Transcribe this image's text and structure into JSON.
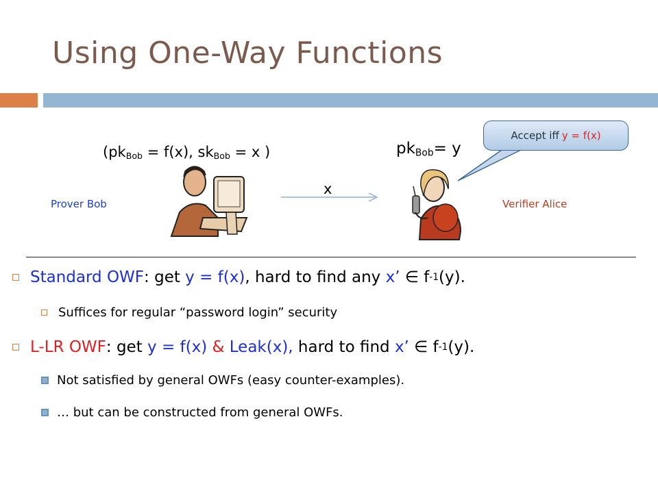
{
  "slide": {
    "title": "Using One-Way Functions",
    "diagram": {
      "keypair": {
        "open": "(pk",
        "pk_sub": "Bob",
        "eq1": " = f(x), sk",
        "sk_sub": "Bob",
        "eq2": " = x )"
      },
      "verifier_key": {
        "pk": "pk",
        "pk_sub": "Bob",
        "rest": "= y"
      },
      "message": "x",
      "prover_label": "Prover Bob",
      "verifier_label": "Verifier Alice",
      "callout": {
        "prefix": "Accept iff ",
        "condition": "y = f(x)"
      }
    },
    "bullets": [
      {
        "parts": [
          {
            "text": "Standard OWF",
            "color": "blue"
          },
          {
            "text": ": get ",
            "color": "black"
          },
          {
            "text": "y = f(x)",
            "color": "blue"
          },
          {
            "text": ", hard to find any ",
            "color": "black"
          },
          {
            "text": "x’",
            "color": "blue"
          },
          {
            "text": " ∈ f",
            "color": "black"
          },
          {
            "text": "-1",
            "color": "black",
            "sup": true
          },
          {
            "text": "(y).",
            "color": "black"
          }
        ],
        "sub": [
          {
            "text": "Suffices for regular “password login” security",
            "marker": "hollow"
          }
        ]
      },
      {
        "parts": [
          {
            "text": "L-LR OWF",
            "color": "red"
          },
          {
            "text": ": get ",
            "color": "black"
          },
          {
            "text": "y = f(x)",
            "color": "blue"
          },
          {
            "text": " & ",
            "color": "red"
          },
          {
            "text": "Leak(x),",
            "color": "blue"
          },
          {
            "text": " hard to find ",
            "color": "black"
          },
          {
            "text": "x’",
            "color": "blue"
          },
          {
            "text": " ∈ f",
            "color": "black"
          },
          {
            "text": "-1",
            "color": "black",
            "sup": true
          },
          {
            "text": "(y).",
            "color": "black"
          }
        ],
        "sub": [
          {
            "text": "Not satisfied by general OWFs (easy counter-examples).",
            "marker": "filled"
          },
          {
            "text": "… but can be constructed from general OWFs.",
            "marker": "filled"
          }
        ]
      }
    ]
  },
  "colors": {
    "title": "#7a5b4e",
    "accent": "#dd8047",
    "band": "#94b6d2",
    "blue": "#1c2fd6",
    "red": "#e02020",
    "black": "#000000"
  }
}
